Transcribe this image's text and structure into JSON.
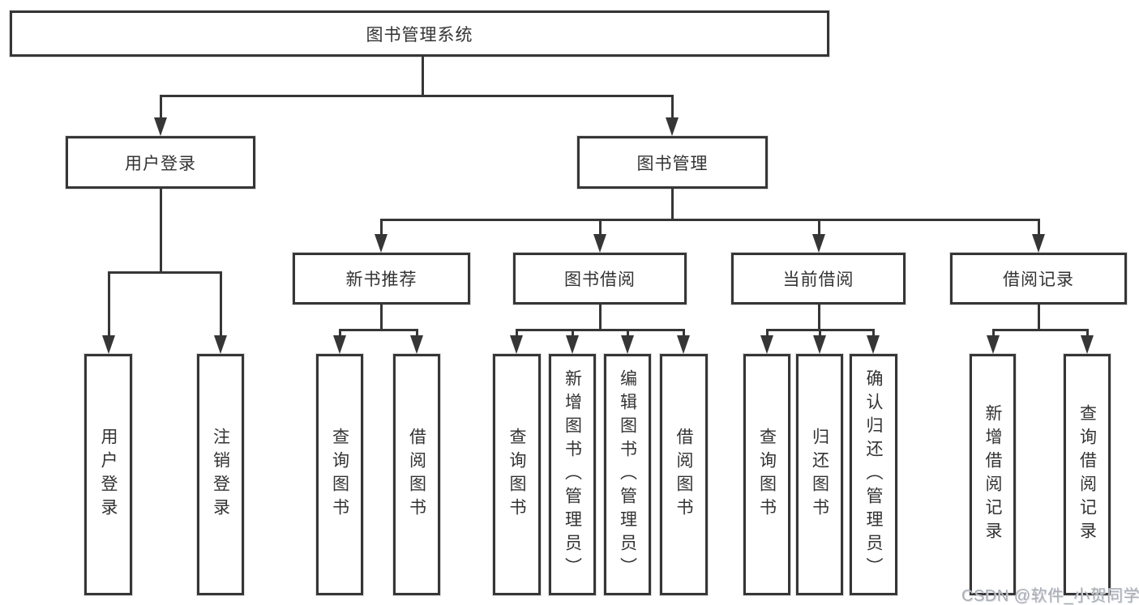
{
  "nodes": {
    "root": "图书管理系统",
    "user_login": "用户登录",
    "book_mgmt": "图书管理",
    "new_book_rec": "新书推荐",
    "book_borrow": "图书借阅",
    "current_borrow": "当前借阅",
    "borrow_records": "借阅记录",
    "leaf_user_login": "用户登录",
    "leaf_logout": "注销登录",
    "leaf_nbr_query_books": "查询图书",
    "leaf_nbr_borrow_books": "借阅图书",
    "leaf_bb_query_books": "查询图书",
    "leaf_bb_add_books_admin": "新增图书（管理员）",
    "leaf_bb_edit_books_admin": "编辑图书（管理员）",
    "leaf_bb_borrow_books": "借阅图书",
    "leaf_cb_query_books": "查询图书",
    "leaf_cb_return_books": "归还图书",
    "leaf_cb_confirm_return_admin": "确认归还（管理员）",
    "leaf_br_add_record": "新增借阅记录",
    "leaf_br_query_record": "查询借阅记录"
  },
  "hierarchy": {
    "图书管理系统": {
      "用户登录": [
        "用户登录",
        "注销登录"
      ],
      "图书管理": {
        "新书推荐": [
          "查询图书",
          "借阅图书"
        ],
        "图书借阅": [
          "查询图书",
          "新增图书（管理员）",
          "编辑图书（管理员）",
          "借阅图书"
        ],
        "当前借阅": [
          "查询图书",
          "归还图书",
          "确认归还（管理员）"
        ],
        "借阅记录": [
          "新增借阅记录",
          "查询借阅记录"
        ]
      }
    }
  },
  "watermark": "CSDN @软件_小贺同学",
  "colors": {
    "line": "#363636",
    "border": "#363636",
    "text": "#333333",
    "background": "#ffffff",
    "watermark": "#a9aeb6"
  }
}
